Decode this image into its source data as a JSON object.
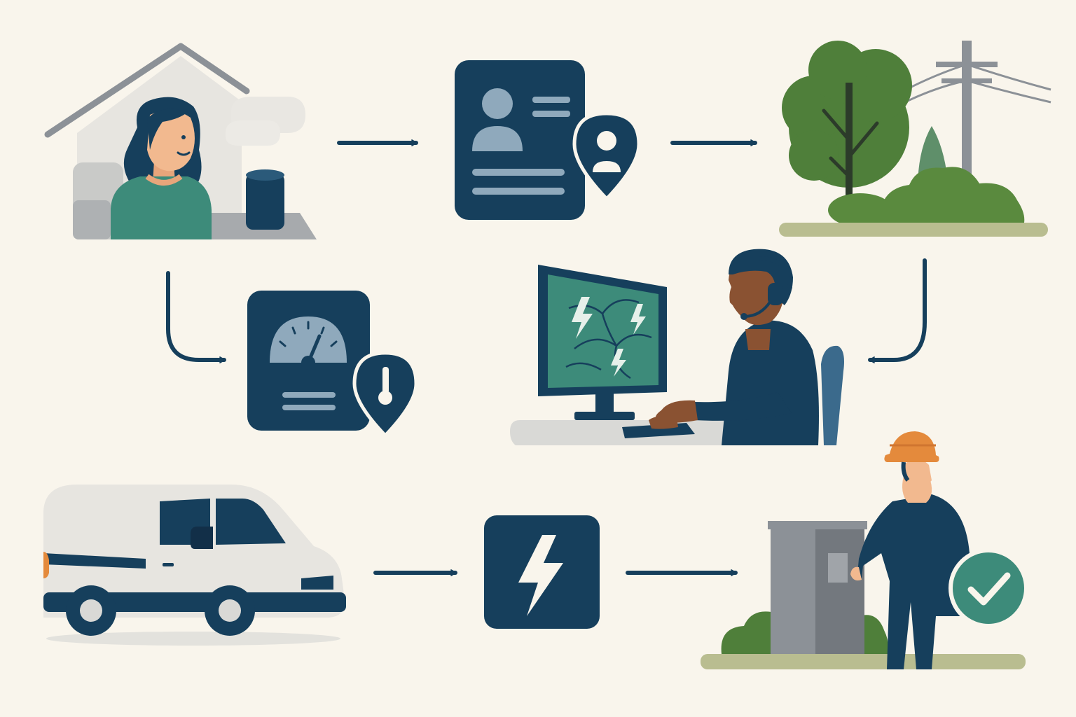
{
  "palette": {
    "background": "#f9f5ec",
    "navy": "#163f5c",
    "navy_dark": "#122f48",
    "teal": "#3d8b7a",
    "green": "#4f7f3a",
    "green_light": "#6f9a4e",
    "gray": "#8c9197",
    "gray_light": "#d9d9d6",
    "skin": "#f2b98f",
    "skin_dark": "#8a5232",
    "orange": "#e48a3c",
    "ground": "#b9bd90"
  },
  "steps": [
    {
      "name": "customer-at-home",
      "icons": [
        "house-icon",
        "woman-icon",
        "smart-speaker-icon",
        "sofa-icon"
      ]
    },
    {
      "name": "customer-profile",
      "icons": [
        "profile-card-icon",
        "location-pin-icon"
      ]
    },
    {
      "name": "tree-near-power-line",
      "icons": [
        "tree-icon",
        "utility-pole-icon",
        "bush-icon"
      ]
    },
    {
      "name": "smart-meter",
      "icons": [
        "gauge-icon",
        "thermometer-pin-icon"
      ]
    },
    {
      "name": "control-center-operator",
      "icons": [
        "monitor-outage-map-icon",
        "operator-headset-icon"
      ]
    },
    {
      "name": "service-van",
      "icons": [
        "van-icon"
      ]
    },
    {
      "name": "power-restored",
      "icons": [
        "lightning-bolt-icon"
      ]
    },
    {
      "name": "field-technician",
      "icons": [
        "technician-icon",
        "transformer-box-icon",
        "checkmark-badge-icon"
      ]
    }
  ],
  "connectors": [
    {
      "from": "customer-at-home",
      "to": "customer-profile",
      "icon": "arrow-right-icon"
    },
    {
      "from": "customer-profile",
      "to": "tree-near-power-line",
      "icon": "arrow-right-icon"
    },
    {
      "from": "customer-at-home",
      "to": "smart-meter",
      "icon": "arrow-down-right-icon"
    },
    {
      "from": "tree-near-power-line",
      "to": "control-center-operator",
      "icon": "arrow-down-left-icon"
    },
    {
      "from": "service-van",
      "to": "power-restored",
      "icon": "arrow-right-icon"
    },
    {
      "from": "power-restored",
      "to": "field-technician",
      "icon": "arrow-right-icon"
    }
  ]
}
